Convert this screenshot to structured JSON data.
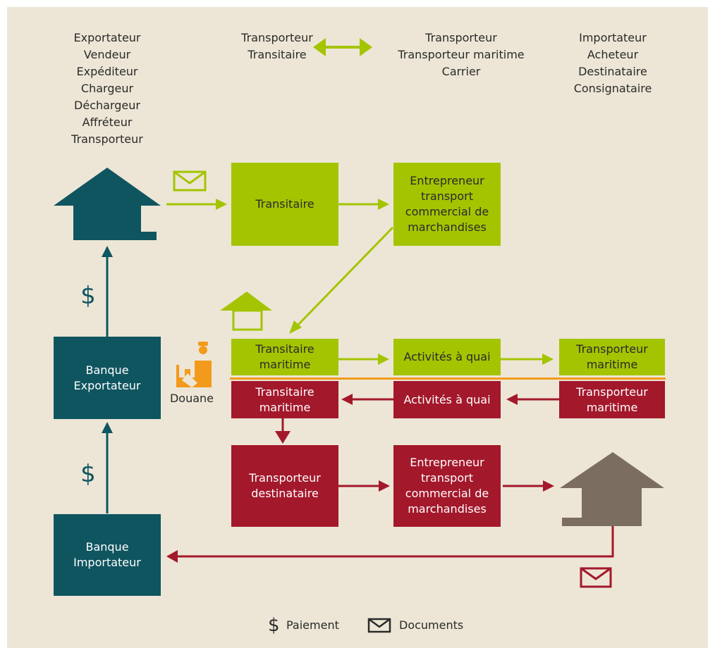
{
  "colors": {
    "background": "#ede6d6",
    "green": "#a4c400",
    "red": "#a3182b",
    "teal": "#0f5560",
    "gray": "#7b6d60",
    "orange": "#f29a1c"
  },
  "roles": {
    "exporter": [
      "Exportateur",
      "Vendeur",
      "Expéditeur",
      "Chargeur",
      "Déchargeur",
      "Affréteur",
      "Transporteur"
    ],
    "forwarder": [
      "Transporteur",
      "Transitaire"
    ],
    "carrier": [
      "Transporteur",
      "Transporteur maritime",
      "Carrier"
    ],
    "importer": [
      "Importateur",
      "Acheteur",
      "Destinataire",
      "Consignataire"
    ]
  },
  "boxes": {
    "transitaire": [
      "Transitaire"
    ],
    "entrepreneur_top": [
      "Entrepreneur",
      "transport",
      "commercial de",
      "marchandises"
    ],
    "transitaire_maritime_green": [
      "Transitaire",
      "maritime"
    ],
    "activites_green": [
      "Activités à quai"
    ],
    "transporteur_maritime_green": [
      "Transporteur",
      "maritime"
    ],
    "transitaire_maritime_red": [
      "Transitaire",
      "maritime"
    ],
    "activites_red": [
      "Activités à quai"
    ],
    "transporteur_maritime_red": [
      "Transporteur",
      "maritime"
    ],
    "transporteur_destinataire": [
      "Transporteur",
      "destinataire"
    ],
    "entrepreneur_bottom": [
      "Entrepreneur",
      "transport",
      "commercial de",
      "marchandises"
    ],
    "banque_exportateur": [
      "Banque",
      "Exportateur"
    ],
    "banque_importateur": [
      "Banque",
      "Importateur"
    ]
  },
  "customs": {
    "label": "Douane",
    "icon": "customs-officer-icon"
  },
  "payment_symbol": "$",
  "legend": {
    "payment_label": "Paiement",
    "documents_label": "Documents",
    "payment_icon": "dollar-icon",
    "documents_icon": "envelope-icon"
  }
}
